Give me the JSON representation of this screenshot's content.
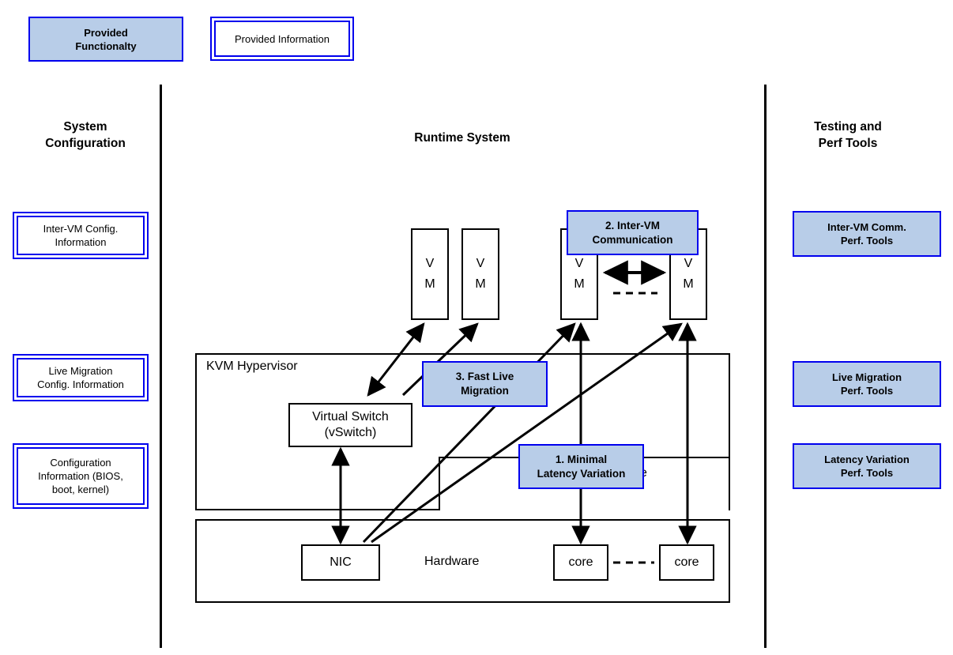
{
  "legend": {
    "functionality": {
      "label": "Provided\nFunctionalty"
    },
    "information": {
      "label": "Provided Information"
    }
  },
  "columns": {
    "left": {
      "heading": "System\nConfiguration",
      "items": [
        {
          "label": "Inter-VM Config.\nInformation",
          "kind": "information"
        },
        {
          "label": "Live Migration\nConfig. Information",
          "kind": "information"
        },
        {
          "label": "Configuration\nInformation (BIOS,\nboot, kernel)",
          "kind": "information"
        }
      ]
    },
    "center": {
      "heading": "Runtime System",
      "hypervisor_label": "KVM Hypervisor",
      "hardware_label": "Hardware",
      "vms": [
        {
          "label": "V\nM"
        },
        {
          "label": "V\nM"
        },
        {
          "label": "V\nM"
        },
        {
          "label": "V\nM"
        }
      ],
      "vswitch_label": "Virtual Switch\n(vSwitch)",
      "nic_label": "NIC",
      "cores": [
        {
          "label": "core"
        },
        {
          "label": "core"
        }
      ],
      "occluded_device_label": "e",
      "callouts": [
        {
          "label": "2. Inter-VM\nCommunication"
        },
        {
          "label": "3. Fast Live\nMigration"
        },
        {
          "label": "1. Minimal\nLatency Variation"
        }
      ]
    },
    "right": {
      "heading": "Testing and\nPerf Tools",
      "items": [
        {
          "label": "Inter-VM Comm.\nPerf. Tools",
          "kind": "functionality"
        },
        {
          "label": "Live Migration\nPerf. Tools",
          "kind": "functionality"
        },
        {
          "label": "Latency Variation\nPerf. Tools",
          "kind": "functionality"
        }
      ]
    }
  },
  "colors": {
    "fill_blue": "#b8cde8",
    "stroke_blue": "#0000ee",
    "stroke_black": "#000000",
    "background": "#ffffff"
  }
}
